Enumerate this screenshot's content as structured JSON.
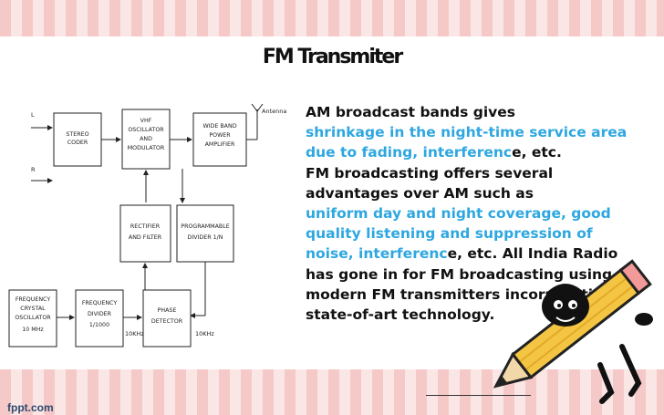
{
  "slide": {
    "title": "FM Transmiter",
    "footer": "fppt.com"
  },
  "diagram": {
    "inputs": {
      "left": "L",
      "right": "R"
    },
    "antenna_label": "Antenna",
    "blocks": {
      "stereo_coder": [
        "STEREO",
        "CODER"
      ],
      "vhf_oscillator": [
        "VHF",
        "OSCILLATOR",
        "AND",
        "MODULATOR"
      ],
      "wideband_amp": [
        "WIDE BAND",
        "POWER",
        "AMPLIFIER"
      ],
      "rectifier": [
        "RECTIFIER",
        "AND FILTER"
      ],
      "prog_divider": [
        "PROGRAMMABLE",
        "DIVIDER 1/N"
      ],
      "crystal_osc": [
        "FREQUENCY",
        "CRYSTAL",
        "OSCILLATOR",
        "10 MHz"
      ],
      "freq_divider": [
        "FREQUENCY",
        "DIVIDER",
        "1/1000"
      ],
      "phase_detector": [
        "PHASE",
        "DETECTOR"
      ]
    },
    "freq_labels": {
      "left": "10KHz",
      "right": "10KHz"
    }
  },
  "body": {
    "p1": "AM broadcast bands gives",
    "p2_hl": "shrinkage in the night-time service area due to fading, interferenc",
    "p2_end": "e, etc.",
    "p3": " FM broadcasting offers several advantages over AM such as",
    "p4_hl": "uniform day and night coverage, good quality listening and suppression of noise, interferenc",
    "p4_end": "e, etc.  All India Radio has gone in for FM broadcasting using modern FM transmitters incorporating state-of-art technology."
  },
  "colors": {
    "highlight": "#2ea7e0",
    "stripe": "#f6c9c9",
    "pencil": "#f4c542"
  }
}
